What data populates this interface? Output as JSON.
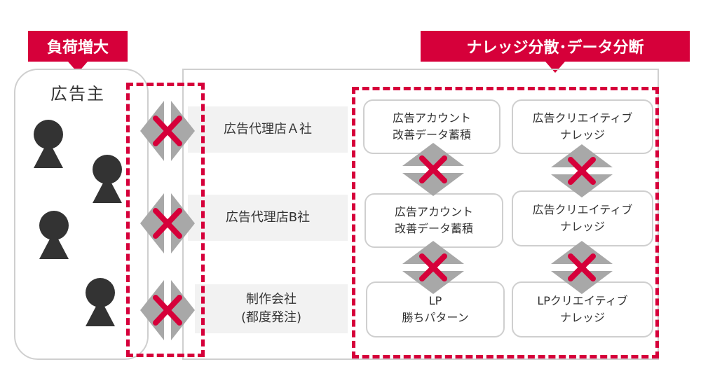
{
  "labels": {
    "load_increase": "負荷増大",
    "knowledge_dispersion": "ナレッジ分散･データ分断"
  },
  "advertiser": {
    "title": "広告主"
  },
  "agencies": [
    {
      "text": "広告代理店Ａ社"
    },
    {
      "text": "広告代理店B社"
    },
    {
      "text": "制作会社\n(都度発注)"
    }
  ],
  "cards": {
    "left": [
      {
        "text": "広告アカウント\n改善データ蓄積"
      },
      {
        "text": "広告アカウント\n改善データ蓄積"
      },
      {
        "text": "LP\n勝ちパターン"
      }
    ],
    "right": [
      {
        "text": "広告クリエイティブ\nナレッジ"
      },
      {
        "text": "広告クリエイティブ\nナレッジ"
      },
      {
        "text": "LPクリエイティブ\nナレッジ"
      }
    ]
  },
  "colors": {
    "accent": "#d6003a",
    "gray": "#a8a8a8",
    "border": "#cfcfcf"
  }
}
